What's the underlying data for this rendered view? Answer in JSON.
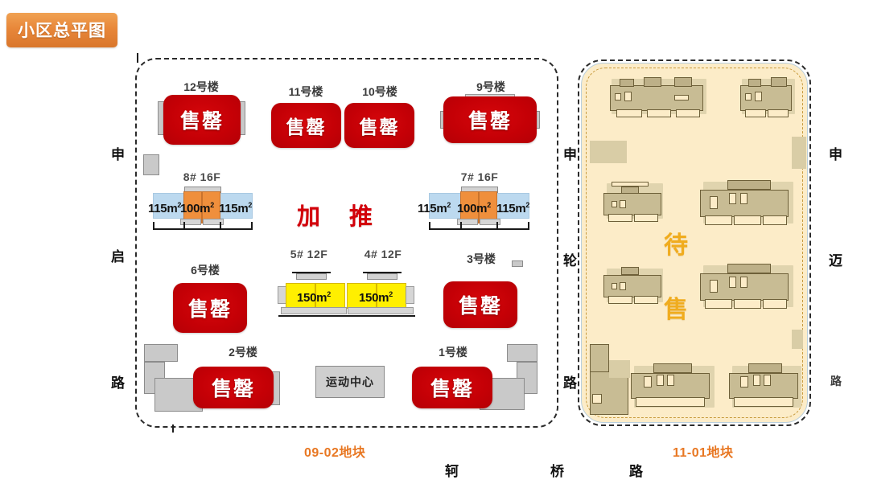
{
  "title_badge": {
    "label": "小区总平图"
  },
  "plots": {
    "left": {
      "caption": "09-02地块",
      "status_label": "加  推",
      "buildings": [
        {
          "name": "12号楼",
          "status": "售罄"
        },
        {
          "name": "11号楼",
          "status": "售罄"
        },
        {
          "name": "10号楼",
          "status": "售罄"
        },
        {
          "name": "9号楼",
          "status": "售罄"
        },
        {
          "name": "6号楼",
          "status": "售罄"
        },
        {
          "name": "3号楼",
          "status": "售罄"
        },
        {
          "name": "2号楼",
          "status": "售罄"
        },
        {
          "name": "1号楼",
          "status": "售罄"
        }
      ],
      "unit_buildings": [
        {
          "code": "8# 16F",
          "left_area": "115",
          "center_area": "100",
          "right_area": "115",
          "unit": "m",
          "exp": "2"
        },
        {
          "code": "7# 16F",
          "left_area": "115",
          "center_area": "100",
          "right_area": "115",
          "unit": "m",
          "exp": "2"
        },
        {
          "code": "5# 12F",
          "center_area": "150",
          "unit": "m",
          "exp": "2"
        },
        {
          "code": "4# 12F",
          "center_area": "150",
          "unit": "m",
          "exp": "2"
        }
      ],
      "facility": {
        "label": "运动中心"
      }
    },
    "right": {
      "caption": "11-01地块",
      "status_chars": [
        "待",
        "售"
      ]
    }
  },
  "roads": {
    "left_outer": [
      "申",
      "启",
      "路"
    ],
    "right_plot_left": [
      "申",
      "轮",
      "路"
    ],
    "right_plot_right": [
      "申",
      "迈",
      "路"
    ],
    "bottom": [
      "轲",
      "桥",
      "路"
    ]
  },
  "colors": {
    "sold_red": "#c40006",
    "promo_red": "#d2000a",
    "pending_gold": "#f0ac1e",
    "caption_orange": "#e87722",
    "badge_orange": "#e8873a",
    "unit_orange": "#ef8f3c",
    "unit_blue": "#bcd9ef",
    "unit_yellow": "#ffef00",
    "right_plot_bg": "#fcecc8",
    "tan_building": "#c8bc94"
  }
}
